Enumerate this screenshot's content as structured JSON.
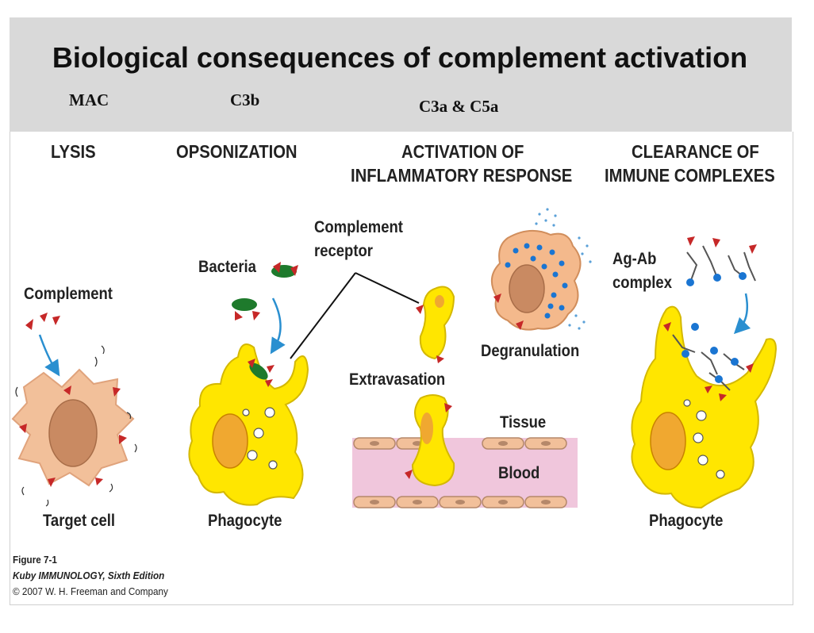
{
  "slide": {
    "title": "Biological consequences of complement activation",
    "subs": {
      "mac": "MAC",
      "c3b": "C3b",
      "c3a_c5a": "C3a & C5a"
    }
  },
  "figure": {
    "headers": {
      "lysis": "LYSIS",
      "opsonization": "OPSONIZATION",
      "inflammatory_1": "ACTIVATION OF",
      "inflammatory_2": "INFLAMMATORY RESPONSE",
      "clearance_1": "CLEARANCE OF",
      "clearance_2": "IMMUNE COMPLEXES"
    },
    "labels": {
      "complement": "Complement",
      "target_cell": "Target cell",
      "bacteria": "Bacteria",
      "phagocyte_1": "Phagocyte",
      "complement_receptor_1": "Complement",
      "complement_receptor_2": "receptor",
      "degranulation": "Degranulation",
      "extravasation": "Extravasation",
      "tissue": "Tissue",
      "blood": "Blood",
      "ag_ab_1": "Ag-Ab",
      "ag_ab_2": "complex",
      "phagocyte_2": "Phagocyte"
    },
    "caption": {
      "figure_no": "Figure 7-1",
      "book": "Kuby IMMUNOLOGY, Sixth Edition",
      "copyright": "© 2007 W. H. Freeman and Company"
    },
    "colors": {
      "phagocyte": "#ffe600",
      "nucleus": "#f0a830",
      "target_cell": "#f2c09a",
      "target_nucleus": "#c98a62",
      "mast_cell": "#f4b98c",
      "complement": "#c62828",
      "bacterium": "#1e7a2c",
      "blood": "#f0c6dc",
      "antibody_tip": "#1a75d2",
      "arrow": "#2a8fd0"
    }
  }
}
